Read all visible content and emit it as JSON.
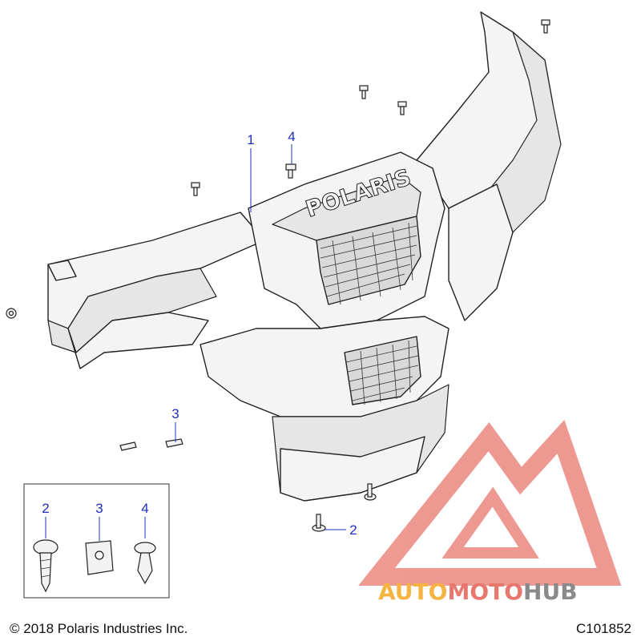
{
  "callouts": {
    "c1": "1",
    "c2": "2",
    "c3": "3",
    "c4": "4",
    "legend_2": "2",
    "legend_3": "3",
    "legend_4": "4"
  },
  "bumper_brand": "POLARIS",
  "footer": {
    "copyright": "© 2018 Polaris Industries Inc.",
    "diagram_code": "C101852"
  },
  "watermark": {
    "part1": "AUTO",
    "part2": "MOTO",
    "part3": "HUB",
    "color_orange": "#f5b342",
    "color_red": "#e8786e",
    "color_gray": "#8a8a8a"
  },
  "colors": {
    "callout": "#1f2fbf"
  }
}
